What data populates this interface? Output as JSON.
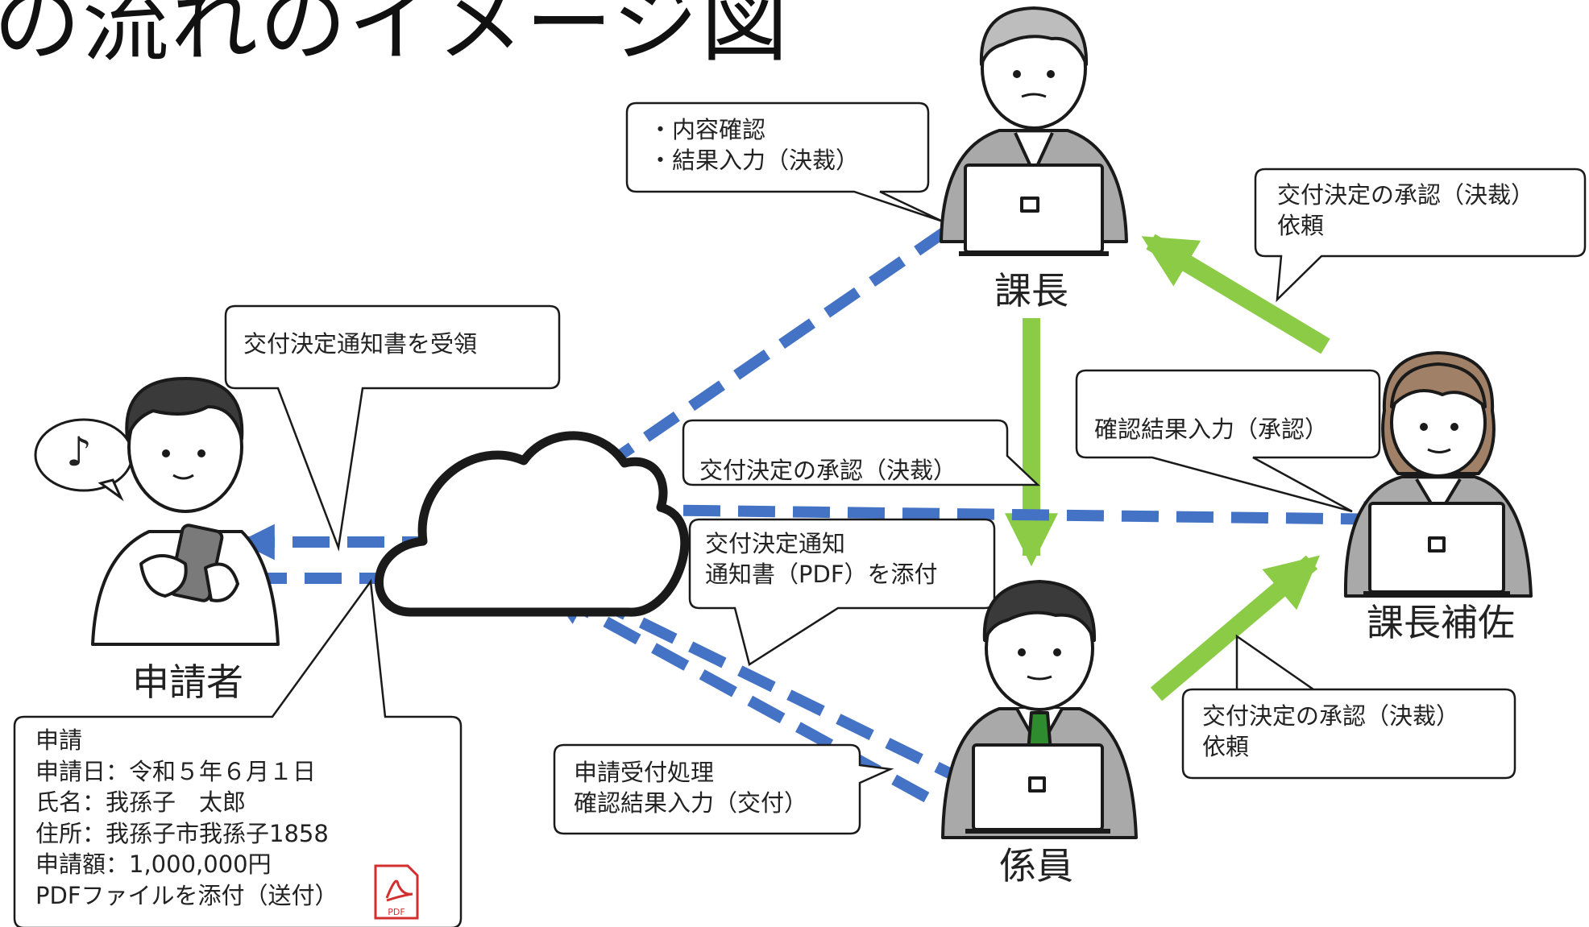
{
  "title": "の流れのイメージ図",
  "roles": {
    "applicant": "申請者",
    "manager": "課長",
    "assistant": "課長補佐",
    "staff": "係員"
  },
  "music_note": "♪",
  "pdf_badge": "PDF",
  "bubbles": {
    "manager_tasks": [
      "・内容確認",
      "・結果入力（決裁）"
    ],
    "receive_notice": [
      "交付決定通知書を受領"
    ],
    "approval_request_top": [
      "交付決定の承認（決裁）",
      "依頼"
    ],
    "confirm_result": [
      "確認結果入力（承認）"
    ],
    "approval_decision": [
      "交付決定の承認（決裁）"
    ],
    "attach_notice": [
      "交付決定通知",
      "通知書（PDF）を添付"
    ],
    "approval_request_bottom": [
      "交付決定の承認（決裁）",
      "依頼"
    ],
    "staff_tasks": [
      "申請受付処理",
      "確認結果入力（交付）"
    ],
    "application": [
      "申請",
      "申請日：令和５年６月１日",
      "氏名：我孫子　太郎",
      "住所：我孫子市我孫子1858",
      "申請額：1,000,000円",
      "PDFファイルを添付（送付）"
    ]
  },
  "colors": {
    "dashed_arrow": "#4472C4",
    "solid_arrow": "#8CCB46",
    "outline": "#1a1a1a",
    "suit": "#a9a9a9",
    "tie": "#2e8b2e",
    "pdf_red": "#d32f2f"
  }
}
